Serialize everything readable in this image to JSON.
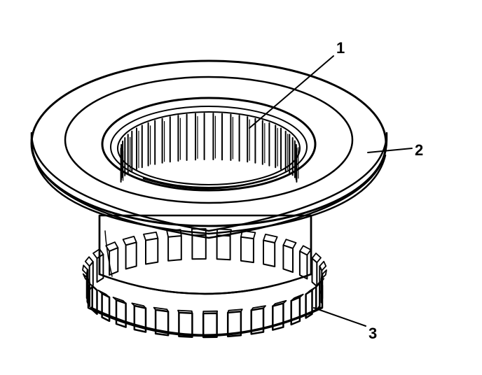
{
  "figure": {
    "background": "#ffffff",
    "ink_color": "#000000",
    "callouts": [
      {
        "id": "1",
        "label": "1"
      },
      {
        "id": "2",
        "label": "2"
      },
      {
        "id": "3",
        "label": "3"
      }
    ]
  }
}
